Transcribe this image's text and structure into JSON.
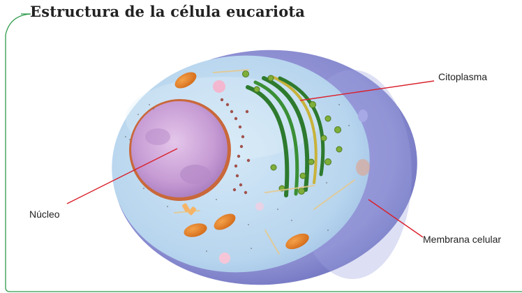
{
  "title": "Estructura de la célula eucariota",
  "labels": {
    "nucleus": "Núcleo",
    "cytoplasm": "Citoplasma",
    "membrane": "Membrana celular"
  },
  "colors": {
    "accent_line": "#2e9a4a",
    "leader_line": "#d9202a",
    "membrane": "#8c8fd2",
    "cytoplasm": "#b9d7ee",
    "nucleus": "#c9a2d6",
    "golgi": "#2e7a2e",
    "mitochondria": "#e8852a"
  }
}
